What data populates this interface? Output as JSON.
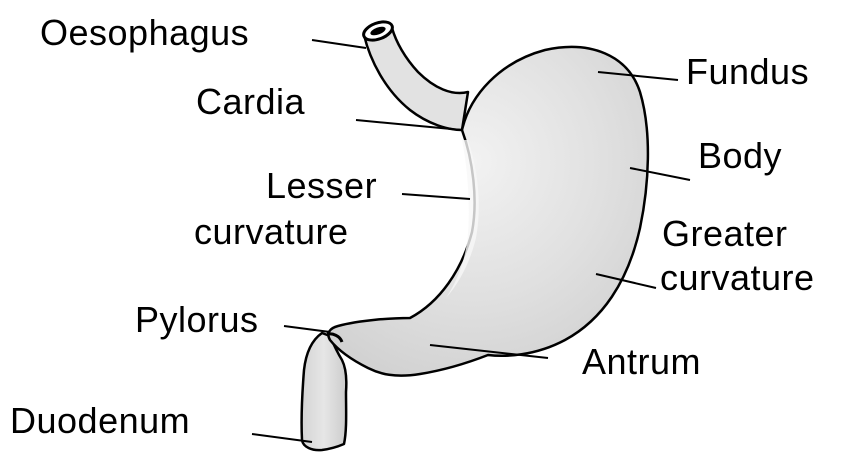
{
  "labels": {
    "oesophagus": "Oesophagus",
    "cardia": "Cardia",
    "lesser_curvature_line1": "Lesser",
    "lesser_curvature_line2": "curvature",
    "pylorus": "Pylorus",
    "duodenum": "Duodenum",
    "fundus": "Fundus",
    "body": "Body",
    "greater_curvature_line1": "Greater",
    "greater_curvature_line2": "curvature",
    "antrum": "Antrum"
  },
  "colors": {
    "organ_fill": "#dcdcdc",
    "organ_highlight": "#f4f4f4",
    "outline": "#000000",
    "background": "#ffffff"
  }
}
